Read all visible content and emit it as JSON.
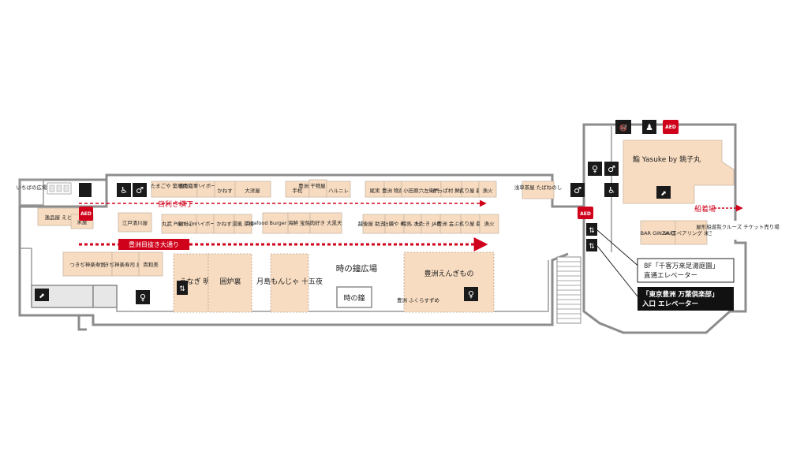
{
  "labels": {
    "ichiba_hiroba": "いちばの広場",
    "edokko": "逸品屋 えどこ",
    "kome": "米屋",
    "yasuke": "鮨 Yasuke by 銚子丸",
    "tamagoya": "たまごや 築地南商事",
    "highball": "銀だこ ハイボール 酒場",
    "kanasu": "かねす",
    "taiyoshi": "大洋屋",
    "tematsu": "手松",
    "honten": "豊洲 干物屋 本舗",
    "harunire": "ハルニレ",
    "bisui": "尾実",
    "toyosu_bussan": "豊洲 物産",
    "odawara": "小田原六左衛門",
    "kappabashi": "かっぱ村 鮮品店",
    "hiyaso": "炙り屋 鱻",
    "gyobi1": "漁火",
    "asakusa": "浅草茶屋 たばねのし",
    "edokiyo": "江戸清川屋",
    "maruno": "丸武 Premium",
    "highball2": "銀だこ ハイボール 酒場",
    "kanasu2": "かねす",
    "yushin": "湯風 茶房",
    "seafood_burger": "Seafood Burger 島基子",
    "kaisen": "海鮮 宝船",
    "nikuzuki": "肉好き 大黒天",
    "fukugoro": "越後屋 助五郎",
    "kakimaru": "牡蠣や 粋",
    "aima": "相馬 水産",
    "tataki": "たたき JAPAN",
    "kinpura": "豊洲 金ぷら",
    "hiyaso2": "炙り屋 鱻",
    "gyobi2": "漁火",
    "bar_ginza": "BAR GINZA 江",
    "sake_pairing": "SAKEペアリング 米三角",
    "yakatabune": "屋形船遊覧クルーズ チケット売り場",
    "funatsukiba": "船着場",
    "mekiki": "目利き横丁",
    "odori": "豊洲目抜き大通り",
    "tsukiji_sushi": "つきぢ神楽寿司",
    "tsukiji_yatai": "つきぢ神楽寿司 屋台店",
    "kihei": "貴和美",
    "unagi": "うなぎ 明月川",
    "irori": "囲炉裏",
    "tsukishima": "月島もんじゃ 十五夜",
    "tokinokane_hiroba": "時の鐘広場",
    "tokinokane": "時の鐘",
    "engimono": "豊洲えんぎもの",
    "fukusuzume": "豊洲 ふくらすずめ",
    "aed": "AED",
    "callout1_line1": "8F「千客万来足湯庭園」",
    "callout1_line2": "直通エレベーター",
    "callout2_line1": "「東京豊洲 万葉倶楽部」",
    "callout2_line2": "入口 エレベーター"
  },
  "icons": {
    "restroom": "restroom-icon",
    "accessible": "wheelchair-icon",
    "elevator": "elevator-icon",
    "escalator": "escalator-icon",
    "aed": "aed-icon",
    "nursing": "nursing-room-icon",
    "smoking": "smoking-icon"
  },
  "colors": {
    "shop_fill": "#f8dcc1",
    "accent_red": "#d0021b",
    "wall": "#8c8c8c",
    "callout_dark": "#111111"
  }
}
